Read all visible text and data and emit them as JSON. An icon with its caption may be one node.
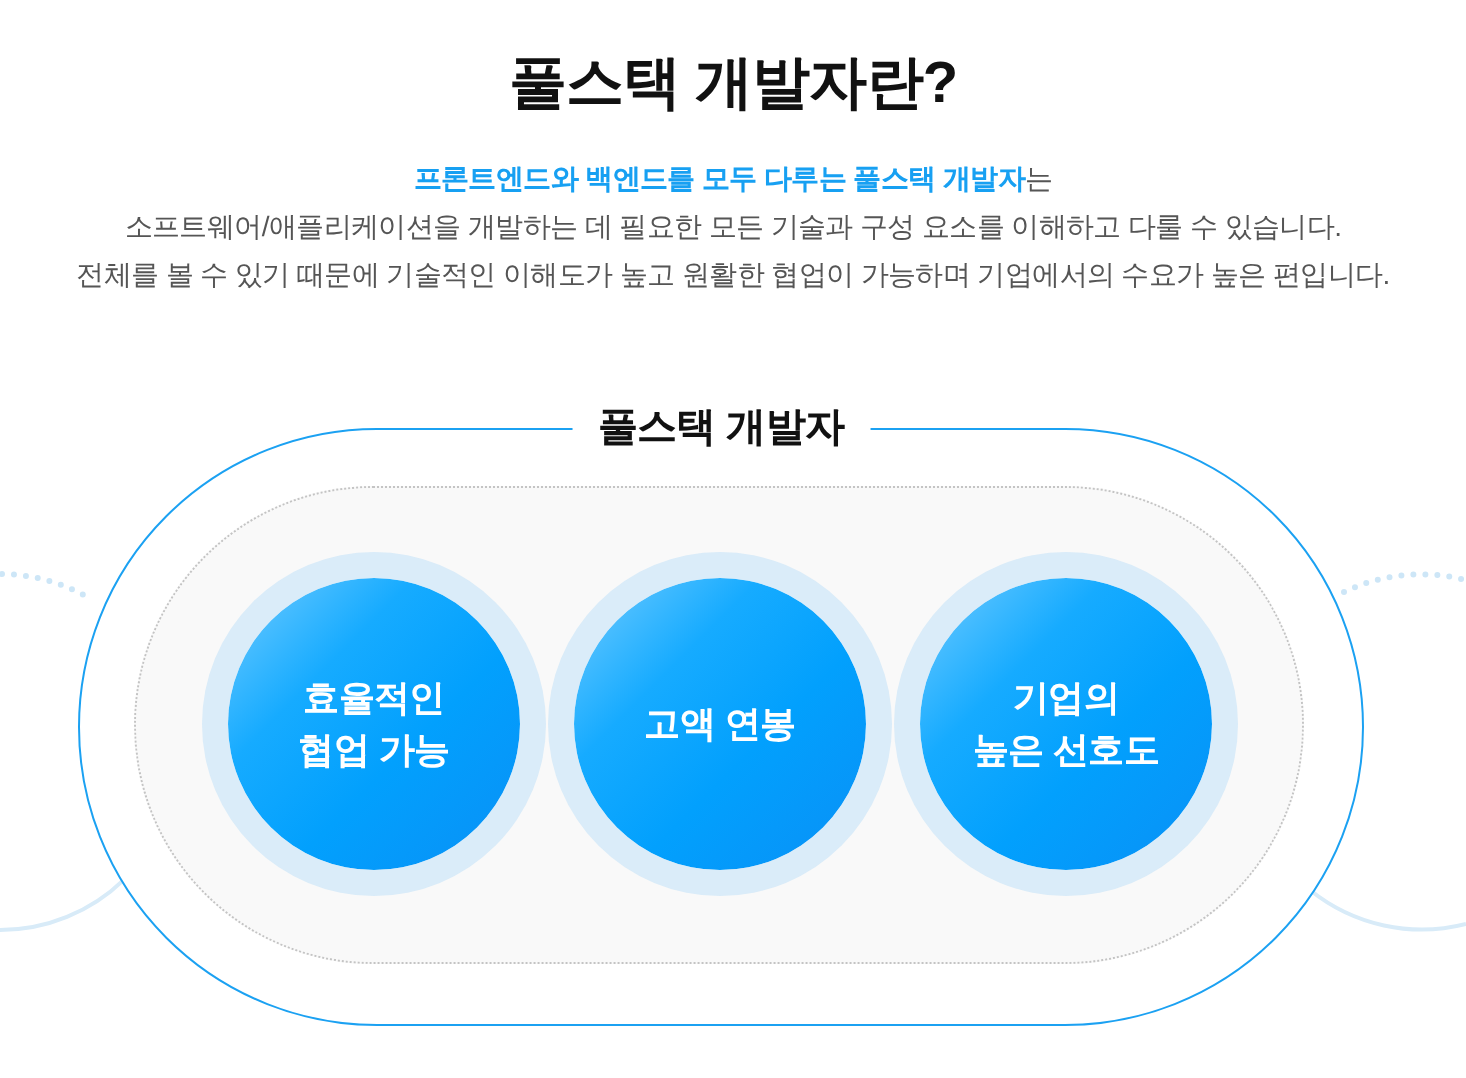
{
  "diagram": {
    "title": "풀스택 개발자란?",
    "nodes": [
      {
        "text": [
          "풀스택 개발자"
        ]
      },
      {
        "text": [],
        "shape": "box",
        "in": 0
      },
      {
        "text": [
          "효율적인 협업 가능"
        ],
        "in": 1
      },
      {
        "text": [
          "고액 연봉"
        ],
        "in": 1
      },
      {
        "text": [
          "기업의 높은 선호도"
        ],
        "in": 1
      }
    ],
    "labels": [
      "**프론트엔드와 백엔드를 모두 다루는 풀스택 개발자**는",
      "소프트웨어/애플리케이션을 개발하는 데 필요한 모든 기술과 구성 요소를 이해하고 다룰 수 있습니다.",
      "전체를 볼 수 있기 때문에 기술적인 이해도가 높고 원활한 협업이 가능하며 기업에서의 수요가 높은 편입니다."
    ]
  }
}
